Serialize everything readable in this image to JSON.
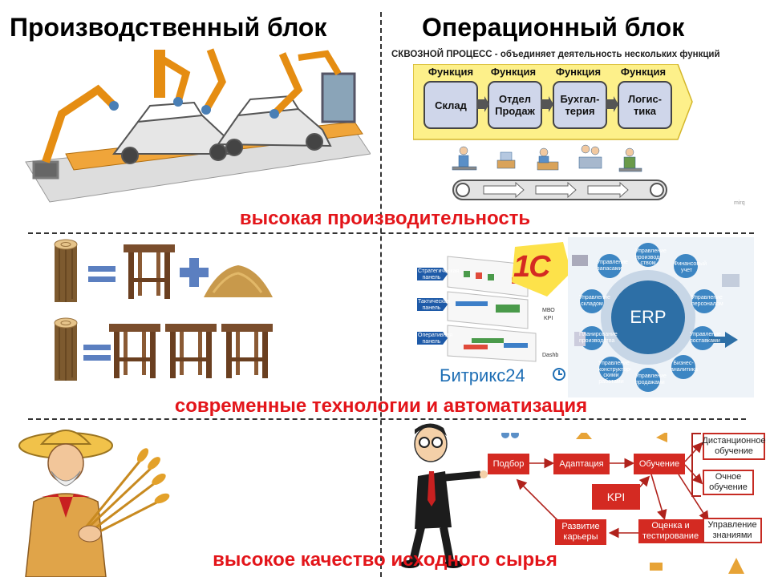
{
  "titles": {
    "left": "Производственный блок",
    "right": "Операционный блок"
  },
  "captions": {
    "row1": "высокая производительность",
    "row2": "современные технологии и автоматизация",
    "row3": "высокое качество исходного сырья"
  },
  "process": {
    "title": "СКВОЗНОЙ ПРОЦЕСС - объединяет деятельность нескольких функций",
    "functions": [
      {
        "header": "Функция",
        "box": "Склад"
      },
      {
        "header": "Функция",
        "box": "Отдел Продаж"
      },
      {
        "header": "Функция",
        "box": "Бухгал-терия"
      },
      {
        "header": "Функция",
        "box": "Логис-тика"
      }
    ],
    "watermark": "mirq"
  },
  "dashboard": {
    "panels": [
      "Стратегическая панель",
      "Тактическая панель",
      "Оперативная панель"
    ],
    "onec": "1С",
    "bitrix": "Битрикс24",
    "side_labels": [
      "МВО",
      "KPI",
      "Dashb"
    ]
  },
  "erp": {
    "center": "ERP",
    "nodes": [
      "Управление производ-ством",
      "Финансовый учет",
      "Управление персоналом",
      "Управление поставками",
      "Бизнес-аналитика",
      "Управление продажами",
      "Управление конструктор-скими работами",
      "Планирование производства",
      "Управление складом",
      "Управление запасами"
    ]
  },
  "hr": {
    "boxes": {
      "podbor": "Подбор",
      "adaptation": "Адаптация",
      "training": "Обучение",
      "kpi": "KPI",
      "career": "Развитие карьеры",
      "assessment": "Оценка и тестирование"
    },
    "side": {
      "distance": "Дистанционное обучение",
      "inperson": "Очное обучение",
      "knowledge": "Управление знаниями"
    }
  },
  "colors": {
    "caption": "#e3151a",
    "process_bg": "#fdf08a",
    "func_box": "#cfd6ea",
    "hr_red": "#d42a22"
  }
}
